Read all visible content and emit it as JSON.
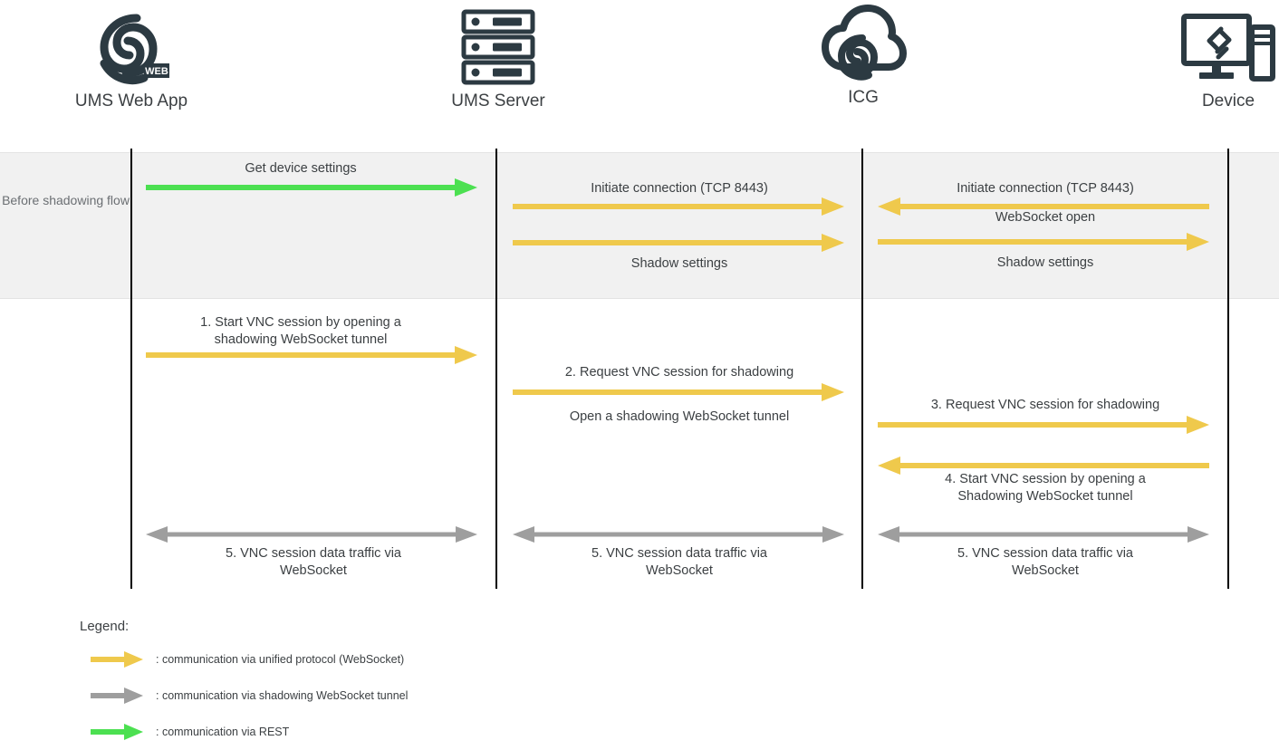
{
  "colors": {
    "unified_protocol": "#efc94c",
    "shadowing_tunnel": "#9e9e9e",
    "rest": "#4ce051",
    "lifeline": "#000000",
    "band_fill": "#f1f1f1",
    "text": "#3c4043",
    "band_label_text": "#6b6f73",
    "icon": "#2c3a42"
  },
  "actors": [
    {
      "id": "ums-web-app",
      "label": "UMS Web App",
      "icon": "ums-web-app-logo-icon"
    },
    {
      "id": "ums-server",
      "label": "UMS Server",
      "icon": "server-rack-icon"
    },
    {
      "id": "icg",
      "label": "ICG",
      "icon": "cloud-gateway-icon"
    },
    {
      "id": "device",
      "label": "Device",
      "icon": "monitor-device-icon"
    }
  ],
  "band": {
    "label": "Before\nshadowing\nflow"
  },
  "messages": {
    "before_flow": [
      {
        "id": "get-device-settings",
        "label": "Get device settings",
        "from": "ums-web-app",
        "to": "ums-server",
        "direction": "right",
        "style": "rest",
        "label_position": "above"
      },
      {
        "id": "initiate-connection-server",
        "label": "Initiate connection (TCP 8443)",
        "from": "ums-server",
        "to": "icg",
        "direction": "right",
        "style": "unified",
        "label_position": "above"
      },
      {
        "id": "shadow-settings-server",
        "label": "Shadow settings",
        "from": "ums-server",
        "to": "icg",
        "direction": "right",
        "style": "unified",
        "label_position": "below"
      },
      {
        "id": "initiate-connection-device",
        "label": "Initiate connection (TCP 8443)",
        "from": "device",
        "to": "icg",
        "direction": "left",
        "style": "unified",
        "label_position": "above"
      },
      {
        "id": "websocket-open",
        "label": "WebSocket open",
        "from": "icg",
        "to": "device",
        "direction": "none",
        "style": "label-only",
        "label_position": "below"
      },
      {
        "id": "shadow-settings-device",
        "label": "Shadow settings",
        "from": "icg",
        "to": "device",
        "direction": "right",
        "style": "unified",
        "label_position": "below"
      }
    ],
    "shadowing_flow": [
      {
        "id": "step-1",
        "label": "1.   Start VNC session by opening a\nshadowing WebSocket tunnel",
        "from": "ums-web-app",
        "to": "ums-server",
        "direction": "right",
        "style": "unified",
        "label_position": "above"
      },
      {
        "id": "step-2",
        "label": "2.   Request VNC session for shadowing",
        "from": "ums-server",
        "to": "icg",
        "direction": "right",
        "style": "unified",
        "label_position": "above"
      },
      {
        "id": "open-shadowing-tunnel",
        "label": "Open a shadowing WebSocket tunnel",
        "from": "ums-server",
        "to": "icg",
        "direction": "none",
        "style": "label-only",
        "label_position": "below"
      },
      {
        "id": "step-3",
        "label": "3.   Request VNC session for shadowing",
        "from": "icg",
        "to": "device",
        "direction": "right",
        "style": "unified",
        "label_position": "above"
      },
      {
        "id": "step-4",
        "label": "4.   Start VNC session by opening a\nShadowing WebSocket tunnel",
        "from": "device",
        "to": "icg",
        "direction": "left",
        "style": "unified",
        "label_position": "below"
      },
      {
        "id": "step-5-web-server",
        "label": "5.   VNC session data traffic via\nWebSocket",
        "from": "ums-web-app",
        "to": "ums-server",
        "direction": "both",
        "style": "shadowing",
        "label_position": "below"
      },
      {
        "id": "step-5-server-icg",
        "label": "5.   VNC session data traffic via\nWebSocket",
        "from": "ums-server",
        "to": "icg",
        "direction": "both",
        "style": "shadowing",
        "label_position": "below"
      },
      {
        "id": "step-5-icg-device",
        "label": "5.   VNC session data traffic via\nWebSocket",
        "from": "icg",
        "to": "device",
        "direction": "both",
        "style": "shadowing",
        "label_position": "below"
      }
    ]
  },
  "legend": {
    "title": "Legend:",
    "items": [
      {
        "id": "legend-unified",
        "swatch": "unified-protocol-arrow-icon",
        "color": "#efc94c",
        "text": ": communication via unified protocol (WebSocket)"
      },
      {
        "id": "legend-shadowing",
        "swatch": "shadowing-tunnel-arrow-icon",
        "color": "#9e9e9e",
        "text": ": communication via shadowing WebSocket tunnel"
      },
      {
        "id": "legend-rest",
        "swatch": "rest-arrow-icon",
        "color": "#4ce051",
        "text": ": communication via REST"
      }
    ]
  }
}
